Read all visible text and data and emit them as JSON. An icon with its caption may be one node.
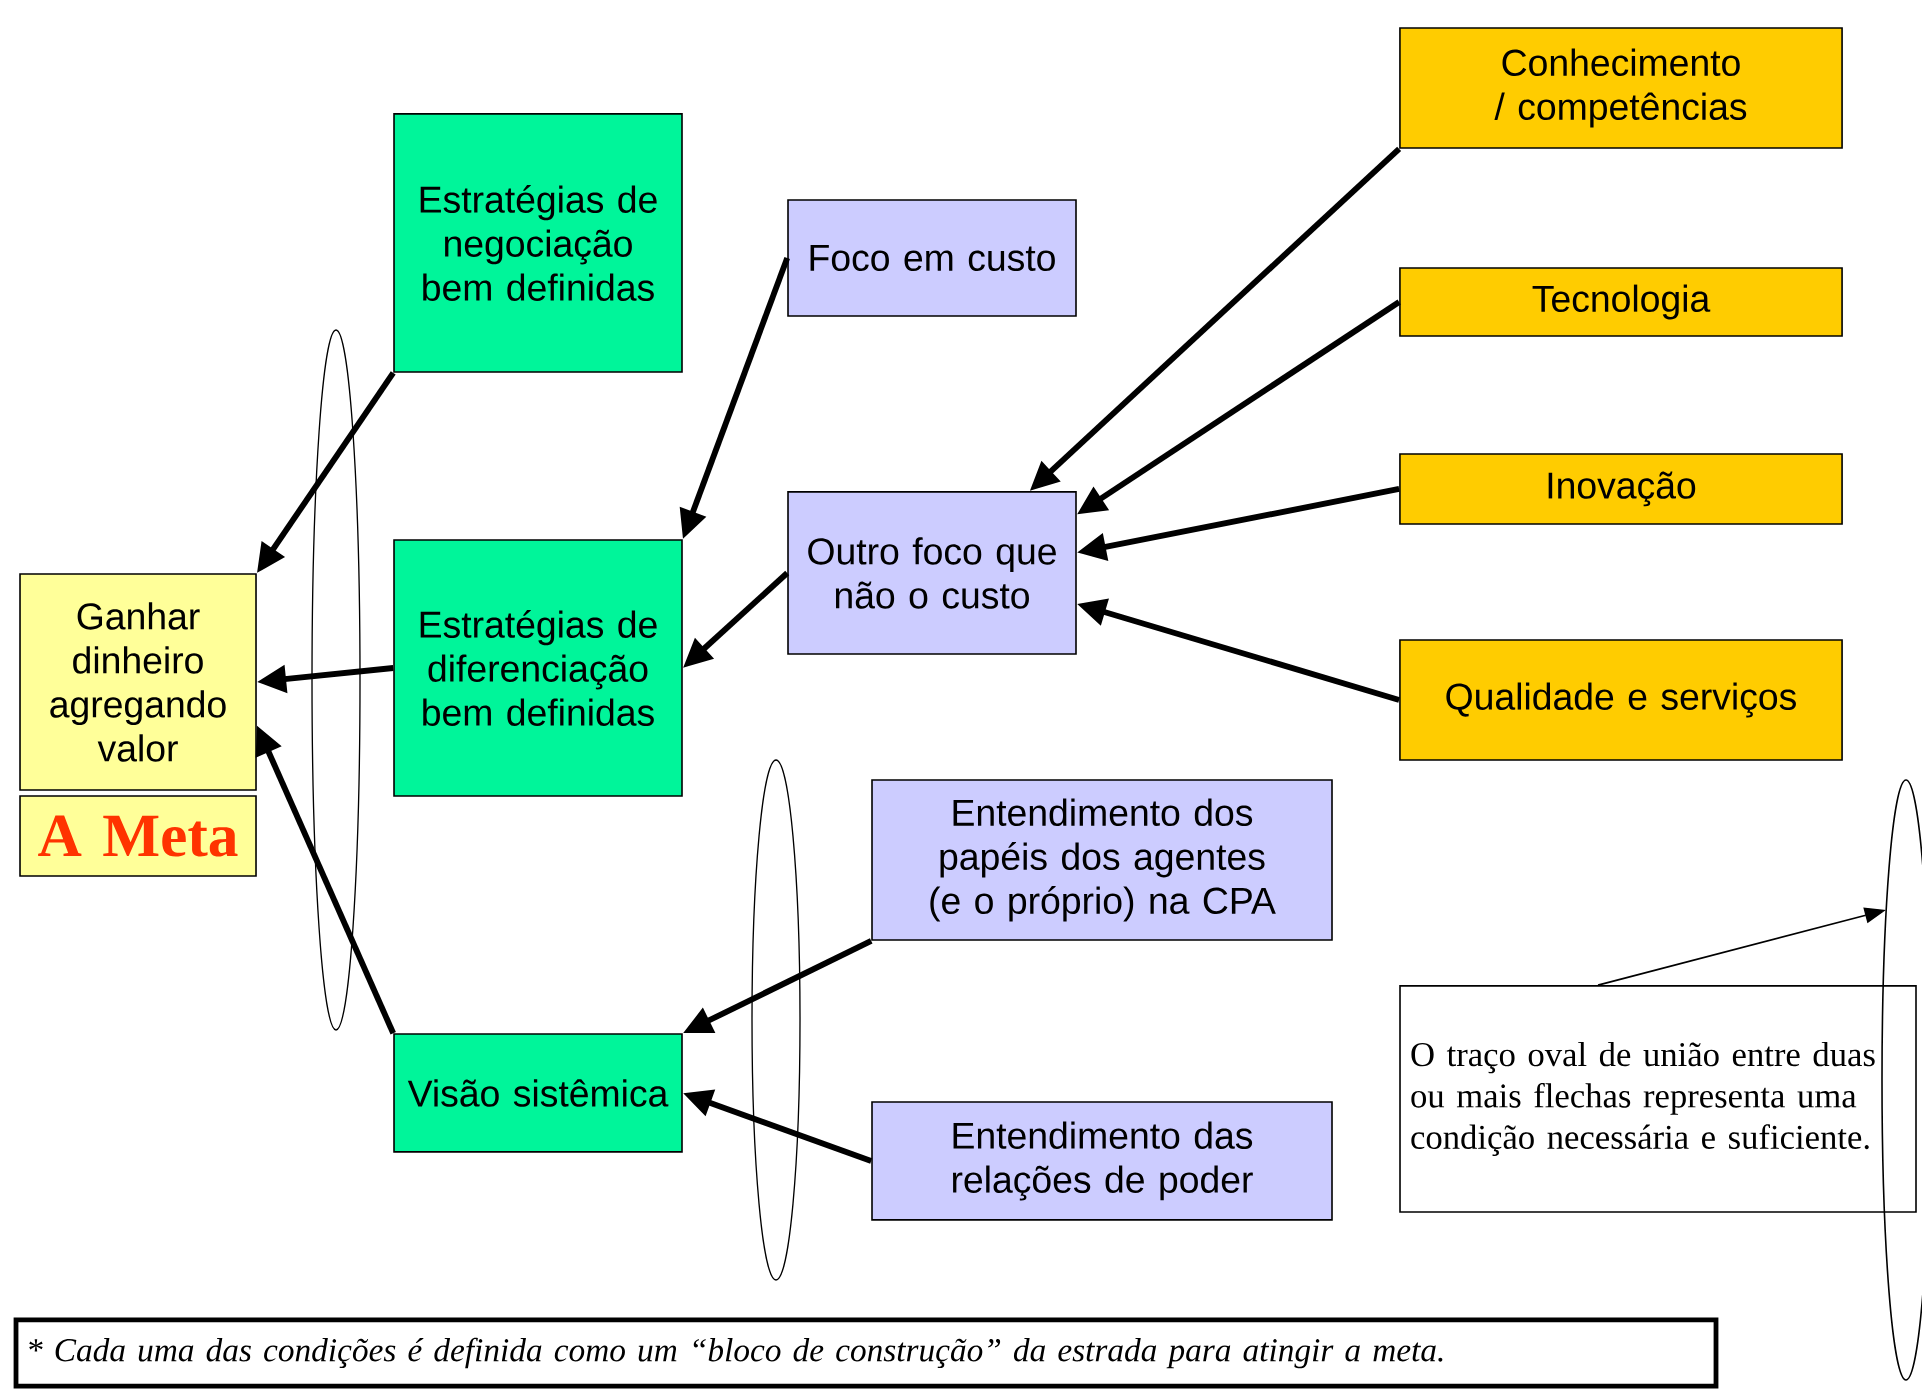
{
  "diagram": {
    "nodes": [
      {
        "text": [
          "Ganhar dinheiro agregando valor"
        ]
      },
      {
        "text": [
          "A Meta"
        ]
      },
      {
        "text": [
          "Estratégias de negociação bem definidas"
        ]
      },
      {
        "text": [
          "Estratégias de diferenciação bem definidas"
        ]
      },
      {
        "text": [
          "Visão sistêmica"
        ]
      },
      {
        "text": [
          "Foco em custo"
        ]
      },
      {
        "text": [
          "Outro foco que não o custo"
        ]
      },
      {
        "text": [
          "Entendimento dos papéis dos agentes (e o próprio) na CPA"
        ]
      },
      {
        "text": [
          "Entendimento das relações de poder"
        ]
      },
      {
        "text": [
          "Conhecimento / competências"
        ]
      },
      {
        "text": [
          "Tecnologia"
        ]
      },
      {
        "text": [
          "Inovação"
        ]
      },
      {
        "text": [
          "Qualidade e serviços"
        ]
      },
      {
        "text": [
          "O traço oval de união entre duas ou mais flechas representa uma  condição necessária e suficiente."
        ]
      },
      {
        "text": [],
        "shape": "oval"
      },
      {
        "text": [
          "* Cada uma das condições é definida como um “bloco de construção” da estrada para atingir a meta."
        ]
      }
    ],
    "edges": [
      {
        "from": 2,
        "to": 0,
        "arrow": "to"
      },
      {
        "from": 3,
        "to": 0,
        "arrow": "to"
      },
      {
        "from": 4,
        "to": 0,
        "arrow": "to"
      },
      {
        "from": 5,
        "to": 3,
        "arrow": "to"
      },
      {
        "from": 6,
        "to": 3,
        "arrow": "to"
      },
      {
        "from": 7,
        "to": 4,
        "arrow": "to"
      },
      {
        "from": 8,
        "to": 4,
        "arrow": "to"
      },
      {
        "from": 9,
        "to": 6,
        "arrow": "to"
      },
      {
        "from": 10,
        "to": 6,
        "arrow": "to"
      },
      {
        "from": 11,
        "to": 6,
        "arrow": "to"
      },
      {
        "from": 12,
        "to": 6,
        "arrow": "to"
      },
      {
        "from": 13,
        "to": 14,
        "arrow": "to"
      }
    ]
  }
}
